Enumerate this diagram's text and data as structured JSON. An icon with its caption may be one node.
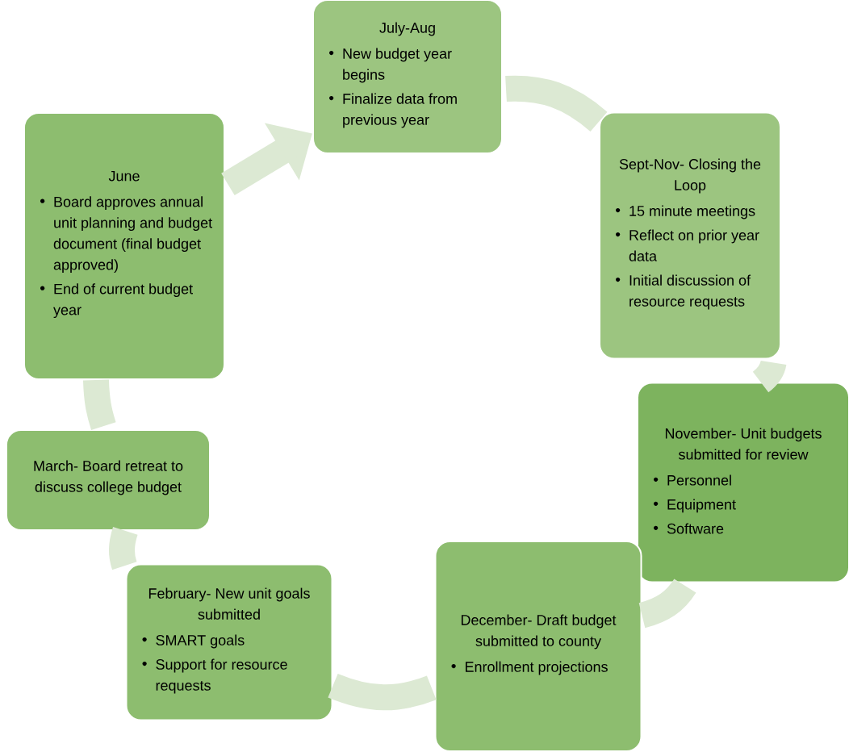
{
  "diagram": {
    "nodes": [
      {
        "text": [
          "July-Aug",
          "New budget year begins",
          "Finalize data from previous year"
        ]
      },
      {
        "text": [
          "Sept-Nov- Closing the Loop",
          "15 minute meetings",
          "Reflect on prior year data",
          "Initial discussion of resource requests"
        ]
      },
      {
        "text": [
          "November- Unit budgets submitted for review",
          "Personnel",
          "Equipment",
          "Software"
        ]
      },
      {
        "text": [
          "December- Draft budget submitted to county",
          "Enrollment projections"
        ]
      },
      {
        "text": [
          "February- New unit goals submitted",
          "SMART goals",
          "Support for resource requests"
        ]
      },
      {
        "text": [
          "March- Board retreat to discuss college budget"
        ]
      },
      {
        "text": [
          "June",
          "Board approves annual unit planning and budget document (final budget approved)",
          "End of current budget year"
        ]
      }
    ],
    "edges": [
      {
        "from": 0,
        "to": 1,
        "arrow": "none"
      },
      {
        "from": 1,
        "to": 2,
        "arrow": "none"
      },
      {
        "from": 2,
        "to": 3,
        "arrow": "none"
      },
      {
        "from": 3,
        "to": 4,
        "arrow": "none"
      },
      {
        "from": 4,
        "to": 5,
        "arrow": "none"
      },
      {
        "from": 5,
        "to": 6,
        "arrow": "none"
      },
      {
        "from": 6,
        "to": 0,
        "arrow": "to"
      }
    ]
  }
}
